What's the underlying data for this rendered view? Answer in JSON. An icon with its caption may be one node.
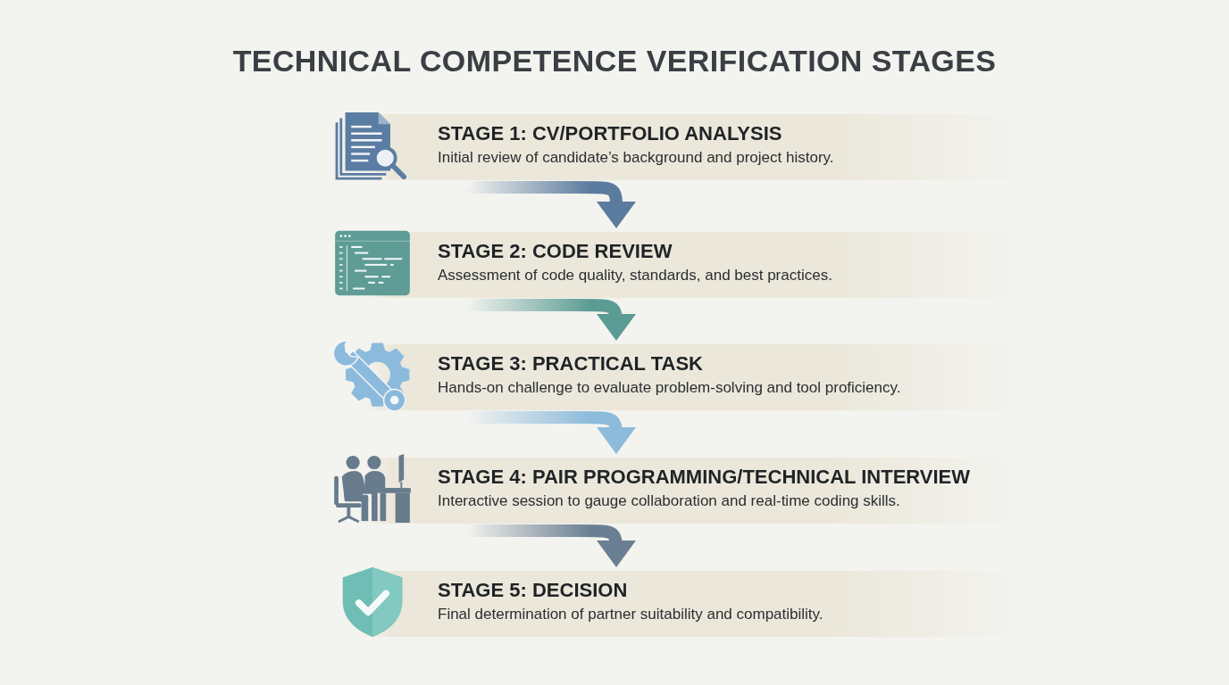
{
  "diagram": {
    "title": "TECHNICAL COMPETENCE VERIFICATION STAGES",
    "nodes": [
      {
        "text": [
          "STAGE 1: CV/PORTFOLIO ANALYSIS",
          "Initial review of candidate’s background and project history."
        ]
      },
      {
        "text": [
          "STAGE 2: CODE REVIEW",
          "Assessment of code quality, standards, and best practices."
        ]
      },
      {
        "text": [
          "STAGE 3: PRACTICAL TASK",
          "Hands-on challenge to evaluate problem-solving and tool proficiency."
        ]
      },
      {
        "text": [
          "STAGE 4: PAIR PROGRAMMING/TECHNICAL INTERVIEW",
          "Interactive session to gauge collaboration and real-time coding skills."
        ]
      },
      {
        "text": [
          "STAGE 5: DECISION",
          "Final determination of partner suitability and compatibility."
        ]
      }
    ],
    "edges": [
      {
        "from": 0,
        "to": 1,
        "arrow": "to",
        "color": "#5b7b9e"
      },
      {
        "from": 1,
        "to": 2,
        "arrow": "to",
        "color": "#5a9c94"
      },
      {
        "from": 2,
        "to": 3,
        "arrow": "to",
        "color": "#8dbbdc"
      },
      {
        "from": 3,
        "to": 4,
        "arrow": "to",
        "color": "#6a7f92"
      }
    ]
  }
}
